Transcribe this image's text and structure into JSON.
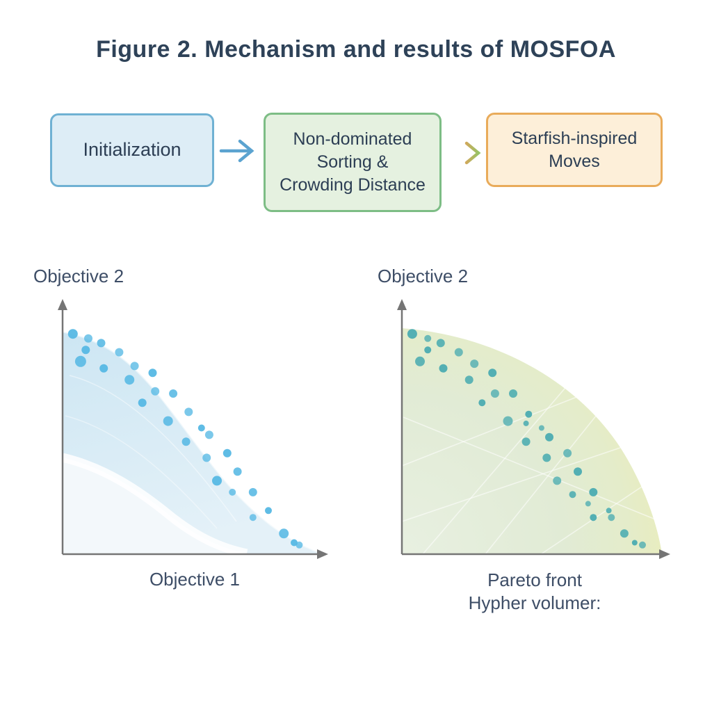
{
  "title": "Figure 2. Mechanism and results of MOSFOA",
  "flowchart": {
    "steps": [
      {
        "label": "Initialization"
      },
      {
        "label": "Non-dominated\nSorting &\nCrowding Distance"
      },
      {
        "label": "Starfish-inspired\nMoves"
      }
    ]
  },
  "axis_labels": {
    "left_y": "Objective 2",
    "left_x": "Objective 1",
    "right_y": "Objective 2",
    "right_x_line1": "Pareto front",
    "right_x_line2": "Hypher volumer:"
  },
  "colors": {
    "title_text": "#2e4258",
    "box_text": "#2c3e54",
    "label_text": "#3d4d66",
    "axis": "#757575",
    "box1_fill": "#ddedf6",
    "box1_border": "#6fb1d3",
    "box2_fill": "#e5f1e0",
    "box2_border": "#7dbd85",
    "box3_fill": "#fdefd9",
    "box3_border": "#e9ab5a",
    "arrow1": "#5ba3d0",
    "arrow2_start": "#cfa95c",
    "arrow2_end": "#97c366",
    "left_region": "#d2e9f4",
    "right_region": "#e2ecd2",
    "left_dots": "#56b8e4",
    "right_dots": "#4bacb1"
  },
  "chart_data": [
    {
      "type": "scatter",
      "title": "",
      "xlabel": "Objective 1",
      "ylabel": "Objective 2",
      "xlim": [
        0,
        1
      ],
      "ylim": [
        0,
        1
      ],
      "grid": false,
      "legend": "none",
      "region_note": "light-blue band of dominated region below the Pareto front",
      "series": [
        {
          "name": "pareto-solutions",
          "color": "#56b8e4",
          "points": [
            [
              0.04,
              0.96,
              7
            ],
            [
              0.1,
              0.94,
              6
            ],
            [
              0.15,
              0.92,
              6
            ],
            [
              0.09,
              0.89,
              6
            ],
            [
              0.22,
              0.88,
              6
            ],
            [
              0.07,
              0.84,
              8
            ],
            [
              0.16,
              0.81,
              6
            ],
            [
              0.28,
              0.82,
              6
            ],
            [
              0.26,
              0.76,
              7
            ],
            [
              0.35,
              0.79,
              6
            ],
            [
              0.36,
              0.71,
              6
            ],
            [
              0.43,
              0.7,
              6
            ],
            [
              0.31,
              0.66,
              6
            ],
            [
              0.49,
              0.62,
              6
            ],
            [
              0.41,
              0.58,
              7
            ],
            [
              0.54,
              0.55,
              5
            ],
            [
              0.57,
              0.52,
              6
            ],
            [
              0.48,
              0.49,
              6
            ],
            [
              0.64,
              0.44,
              6
            ],
            [
              0.56,
              0.42,
              6
            ],
            [
              0.68,
              0.36,
              6
            ],
            [
              0.6,
              0.32,
              7
            ],
            [
              0.66,
              0.27,
              5
            ],
            [
              0.74,
              0.27,
              6
            ],
            [
              0.8,
              0.19,
              5
            ],
            [
              0.74,
              0.16,
              5
            ],
            [
              0.86,
              0.09,
              7
            ],
            [
              0.9,
              0.05,
              5
            ],
            [
              0.92,
              0.04,
              5
            ]
          ]
        }
      ]
    },
    {
      "type": "scatter",
      "title": "",
      "xlabel": "Pareto front / Hypher volumer:",
      "ylabel": "Objective 2",
      "xlim": [
        0,
        1
      ],
      "ylim": [
        0,
        1
      ],
      "grid": false,
      "legend": "none",
      "region_note": "light-green quarter-disc hypervolume region under the Pareto front",
      "series": [
        {
          "name": "pareto-solutions",
          "color": "#4bacb1",
          "points": [
            [
              0.04,
              0.96,
              7
            ],
            [
              0.1,
              0.94,
              5
            ],
            [
              0.15,
              0.92,
              6
            ],
            [
              0.1,
              0.89,
              5
            ],
            [
              0.22,
              0.88,
              6
            ],
            [
              0.07,
              0.84,
              7
            ],
            [
              0.16,
              0.81,
              6
            ],
            [
              0.28,
              0.83,
              6
            ],
            [
              0.26,
              0.76,
              6
            ],
            [
              0.35,
              0.79,
              6
            ],
            [
              0.36,
              0.7,
              6
            ],
            [
              0.43,
              0.7,
              6
            ],
            [
              0.31,
              0.66,
              5
            ],
            [
              0.41,
              0.58,
              7
            ],
            [
              0.48,
              0.57,
              4
            ],
            [
              0.49,
              0.61,
              5
            ],
            [
              0.54,
              0.55,
              4
            ],
            [
              0.48,
              0.49,
              6
            ],
            [
              0.57,
              0.51,
              6
            ],
            [
              0.64,
              0.44,
              6
            ],
            [
              0.56,
              0.42,
              6
            ],
            [
              0.68,
              0.36,
              6
            ],
            [
              0.6,
              0.32,
              6
            ],
            [
              0.66,
              0.26,
              5
            ],
            [
              0.74,
              0.27,
              6
            ],
            [
              0.72,
              0.22,
              4
            ],
            [
              0.8,
              0.19,
              4
            ],
            [
              0.74,
              0.16,
              5
            ],
            [
              0.81,
              0.16,
              5
            ],
            [
              0.86,
              0.09,
              6
            ],
            [
              0.9,
              0.05,
              4
            ],
            [
              0.93,
              0.04,
              5
            ]
          ]
        }
      ]
    }
  ]
}
